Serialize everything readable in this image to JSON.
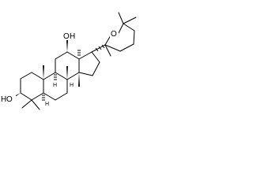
{
  "colors": {
    "background": "#ffffff",
    "ink": "#000000"
  },
  "molecule": {
    "labels": {
      "ring_oxygen": "O",
      "oxygen_12": "O",
      "hydrogen_12": "H",
      "oxygen_3": "O",
      "hydrogen_3": "H"
    },
    "stereo_hydrogens": {
      "h8": "H",
      "h9": "H",
      "h5": "H"
    }
  }
}
